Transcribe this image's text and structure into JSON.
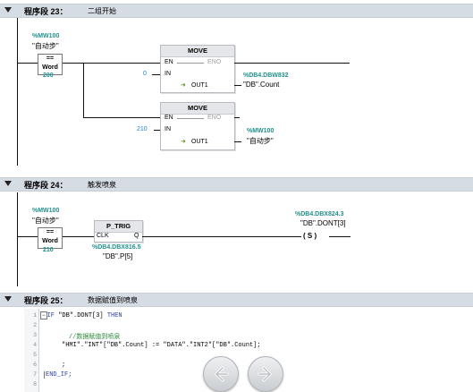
{
  "segments": [
    {
      "label": "程序段 23：",
      "comment": "二组开始"
    },
    {
      "label": "程序段 24：",
      "comment": "触发喷泉"
    },
    {
      "label": "程序段 25：",
      "comment": "数据赋值到喷泉"
    }
  ],
  "seg23": {
    "cmp_addr": "%MW100",
    "cmp_sym": "\"自动步\"",
    "cmp_op": "==",
    "cmp_type": "Word",
    "cmp_value": "200",
    "move1": {
      "title": "MOVE",
      "en": "EN",
      "eno": "ENO",
      "in": "IN",
      "out": "OUT1",
      "in_val": "0",
      "out_addr": "%DB4.DBW832",
      "out_sym": "\"DB\".Count"
    },
    "move2": {
      "title": "MOVE",
      "en": "EN",
      "eno": "ENO",
      "in": "IN",
      "out": "OUT1",
      "in_val": "210",
      "out_addr": "%MW100",
      "out_sym": "\"自动步\""
    }
  },
  "seg24": {
    "cmp_addr": "%MW100",
    "cmp_sym": "\"自动步\"",
    "cmp_op": "==",
    "cmp_type": "Word",
    "cmp_value": "210",
    "ptrig": {
      "title": "P_TRIG",
      "clk": "CLK",
      "q": "Q",
      "addr": "%DB4.DBX816.5",
      "sym": "\"DB\".P[5]"
    },
    "coil": {
      "addr": "%DB4.DBX824.3",
      "sym": "\"DB\".DONT[3]",
      "symbol": "( S )"
    }
  },
  "seg25": {
    "lines": [
      "1",
      "2",
      "3",
      "4",
      "5",
      "6",
      "7",
      "8"
    ],
    "l1_kw1": "IF",
    "l1_mid": " \"DB\".DONT[3] ",
    "l1_kw2": "THEN",
    "l3": "//数据赋值到喷泉",
    "l4": "\"HMI\".\"INT\"[\"DB\".Count] := \"DATA\".\"INT2\"[\"DB\".Count];",
    "l6": ";",
    "l7": "END_IF;"
  },
  "icons": [
    "back-arrow-icon",
    "forward-arrow-icon",
    "collapse-triangle-icon"
  ]
}
